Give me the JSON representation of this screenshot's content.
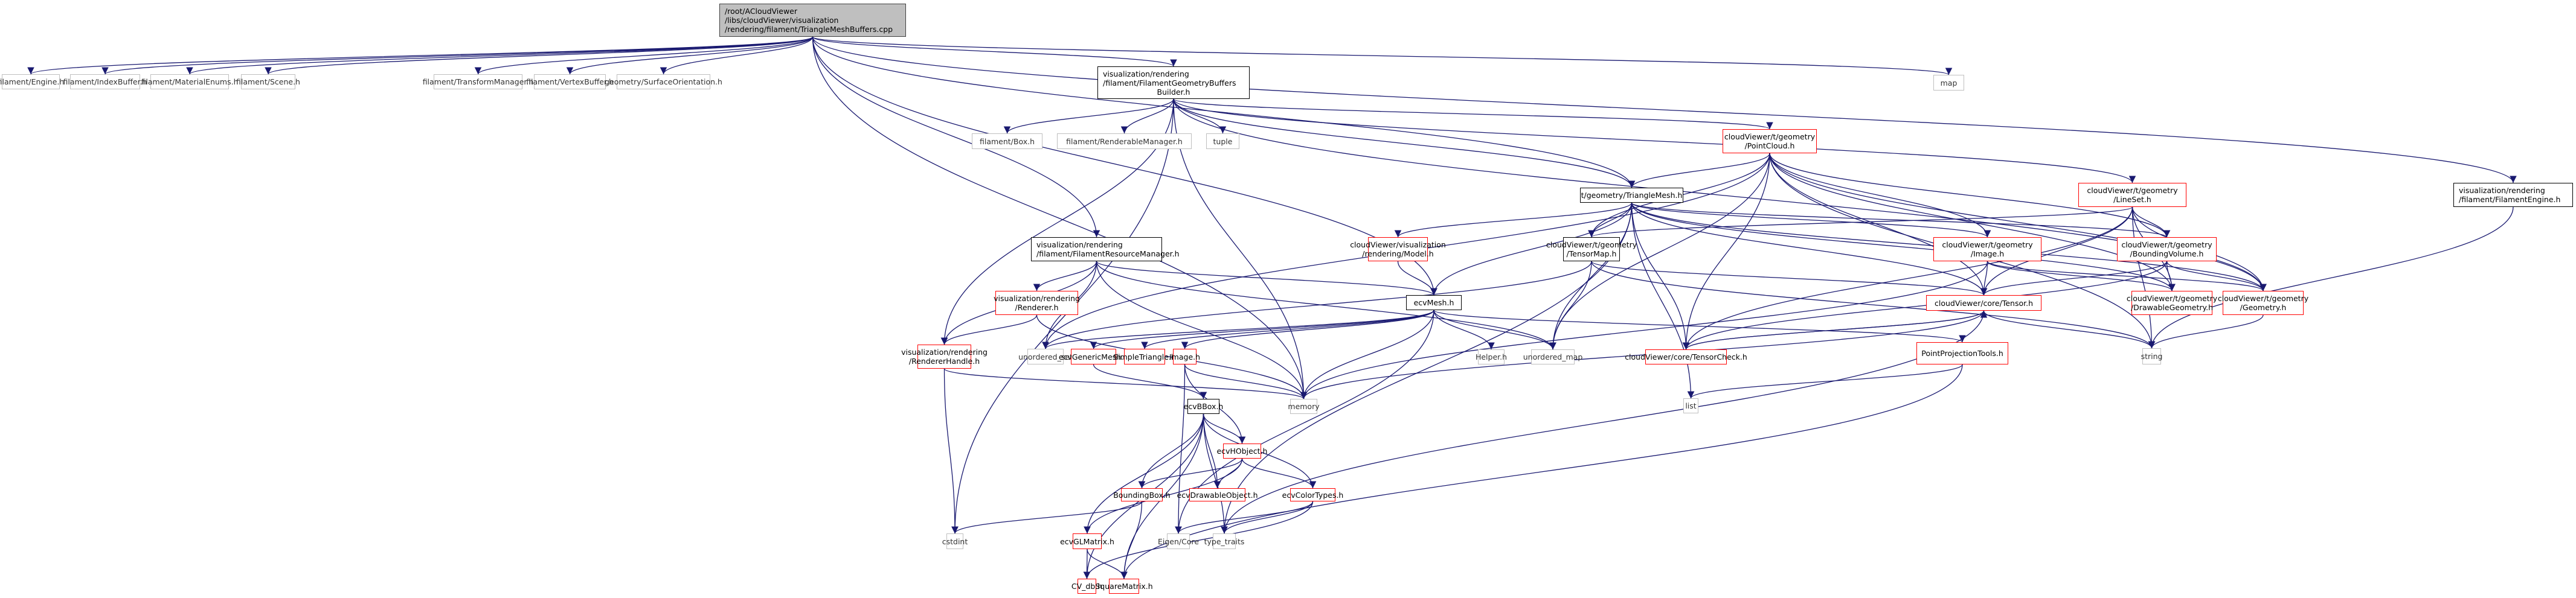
{
  "graph": {
    "title": "Include dependency graph for TriangleMeshBuffers.cpp",
    "edge_color": "#191970",
    "legend_colors": {
      "root_fill": "#bfbfbf",
      "documented_border": "#000000",
      "truncated_border": "#ff0000",
      "system_border": "#bfbfbf"
    },
    "nodes": [
      {
        "id": "root",
        "kind": "root",
        "lines": [
          "/root/ACloudViewer",
          "/libs/cloudViewer/visualization",
          "/rendering/filament/TriangleMeshBuffers.cpp"
        ]
      },
      {
        "id": "engine",
        "kind": "sys",
        "lines": [
          "filament/Engine.h"
        ]
      },
      {
        "id": "indexbuffer",
        "kind": "sys",
        "lines": [
          "filament/IndexBuffer.h"
        ]
      },
      {
        "id": "materialenums",
        "kind": "sys",
        "lines": [
          "filament/MaterialEnums.h"
        ]
      },
      {
        "id": "scene",
        "kind": "sys",
        "lines": [
          "filament/Scene.h"
        ]
      },
      {
        "id": "transformmgr",
        "kind": "sys",
        "lines": [
          "filament/TransformManager.h"
        ]
      },
      {
        "id": "vertexbuffer",
        "kind": "sys",
        "lines": [
          "filament/VertexBuffer.h"
        ]
      },
      {
        "id": "surfaceorient",
        "kind": "sys",
        "lines": [
          "geometry/SurfaceOrientation.h"
        ]
      },
      {
        "id": "map",
        "kind": "sys",
        "lines": [
          "map"
        ]
      },
      {
        "id": "fgbb",
        "kind": "doc",
        "lines": [
          "visualization/rendering",
          "/filament/FilamentGeometryBuffers",
          "Builder.h"
        ]
      },
      {
        "id": "box",
        "kind": "sys",
        "lines": [
          "filament/Box.h"
        ]
      },
      {
        "id": "renderablemgr",
        "kind": "sys",
        "lines": [
          "filament/RenderableManager.h"
        ]
      },
      {
        "id": "tuple",
        "kind": "sys",
        "lines": [
          "tuple"
        ]
      },
      {
        "id": "pointcloud",
        "kind": "red",
        "lines": [
          "cloudViewer/t/geometry",
          "/PointCloud.h"
        ]
      },
      {
        "id": "trianglemesh",
        "kind": "doc",
        "lines": [
          "t/geometry/TriangleMesh.h"
        ]
      },
      {
        "id": "lineset",
        "kind": "red",
        "lines": [
          "cloudViewer/t/geometry",
          "/LineSet.h"
        ]
      },
      {
        "id": "filamentengine",
        "kind": "doc",
        "lines": [
          "visualization/rendering",
          "/filament/FilamentEngine.h"
        ]
      },
      {
        "id": "frm",
        "kind": "doc",
        "lines": [
          "visualization/rendering",
          "/filament/FilamentResourceManager.h"
        ]
      },
      {
        "id": "model",
        "kind": "red",
        "lines": [
          "cloudViewer/visualization",
          "/rendering/Model.h"
        ]
      },
      {
        "id": "tensormap",
        "kind": "doc",
        "lines": [
          "cloudViewer/t/geometry",
          "/TensorMap.h"
        ]
      },
      {
        "id": "timage",
        "kind": "red",
        "lines": [
          "cloudViewer/t/geometry",
          "/Image.h"
        ]
      },
      {
        "id": "boundingvolume",
        "kind": "red",
        "lines": [
          "cloudViewer/t/geometry",
          "/BoundingVolume.h"
        ]
      },
      {
        "id": "drawablegeom",
        "kind": "red",
        "lines": [
          "cloudViewer/t/geometry",
          "/DrawableGeometry.h"
        ]
      },
      {
        "id": "geometry",
        "kind": "red",
        "lines": [
          "cloudViewer/t/geometry",
          "/Geometry.h"
        ]
      },
      {
        "id": "renderer",
        "kind": "red",
        "lines": [
          "visualization/rendering",
          "/Renderer.h"
        ]
      },
      {
        "id": "ecvmesh",
        "kind": "doc",
        "lines": [
          "ecvMesh.h"
        ]
      },
      {
        "id": "tensor",
        "kind": "red",
        "lines": [
          "cloudViewer/core/Tensor.h"
        ]
      },
      {
        "id": "rendererhandle",
        "kind": "red",
        "lines": [
          "visualization/rendering",
          "/RendererHandle.h"
        ]
      },
      {
        "id": "unordered_set",
        "kind": "sys",
        "lines": [
          "unordered_set"
        ]
      },
      {
        "id": "genericmesh",
        "kind": "red",
        "lines": [
          "ecvGenericMesh.h"
        ]
      },
      {
        "id": "simpletriangle",
        "kind": "red",
        "lines": [
          "SimpleTriangle.h"
        ]
      },
      {
        "id": "image",
        "kind": "red",
        "lines": [
          "Image.h"
        ]
      },
      {
        "id": "helper",
        "kind": "sys",
        "lines": [
          "Helper.h"
        ]
      },
      {
        "id": "unordered_map",
        "kind": "sys",
        "lines": [
          "unordered_map"
        ]
      },
      {
        "id": "tensorcheck",
        "kind": "red",
        "lines": [
          "cloudViewer/core/TensorCheck.h"
        ]
      },
      {
        "id": "ppt",
        "kind": "red",
        "lines": [
          "PointProjectionTools.h"
        ]
      },
      {
        "id": "string",
        "kind": "sys",
        "lines": [
          "string"
        ]
      },
      {
        "id": "memory",
        "kind": "sys",
        "lines": [
          "memory"
        ]
      },
      {
        "id": "list",
        "kind": "sys",
        "lines": [
          "list"
        ]
      },
      {
        "id": "bbox",
        "kind": "doc",
        "lines": [
          "ecvBBox.h"
        ]
      },
      {
        "id": "hobject",
        "kind": "red",
        "lines": [
          "ecvHObject.h"
        ]
      },
      {
        "id": "boundingbox",
        "kind": "red",
        "lines": [
          "BoundingBox.h"
        ]
      },
      {
        "id": "drawableobject",
        "kind": "red",
        "lines": [
          "ecvDrawableObject.h"
        ]
      },
      {
        "id": "colortypes",
        "kind": "red",
        "lines": [
          "ecvColorTypes.h"
        ]
      },
      {
        "id": "cstdint",
        "kind": "sys",
        "lines": [
          "cstdint"
        ]
      },
      {
        "id": "glmatrix",
        "kind": "red",
        "lines": [
          "ecvGLMatrix.h"
        ]
      },
      {
        "id": "eigencore",
        "kind": "sys",
        "lines": [
          "Eigen/Core"
        ]
      },
      {
        "id": "typetraits",
        "kind": "sys",
        "lines": [
          "type_traits"
        ]
      },
      {
        "id": "cvdb",
        "kind": "red",
        "lines": [
          "CV_db.h"
        ]
      },
      {
        "id": "squarematrix",
        "kind": "red",
        "lines": [
          "SquareMatrix.h"
        ]
      }
    ],
    "edges": [
      [
        "root",
        "engine"
      ],
      [
        "root",
        "indexbuffer"
      ],
      [
        "root",
        "materialenums"
      ],
      [
        "root",
        "scene"
      ],
      [
        "root",
        "transformmgr"
      ],
      [
        "root",
        "vertexbuffer"
      ],
      [
        "root",
        "surfaceorient"
      ],
      [
        "root",
        "map"
      ],
      [
        "root",
        "fgbb"
      ],
      [
        "root",
        "frm"
      ],
      [
        "root",
        "trianglemesh"
      ],
      [
        "root",
        "filamentengine"
      ],
      [
        "root",
        "ecvmesh"
      ],
      [
        "root",
        "memory"
      ],
      [
        "fgbb",
        "box"
      ],
      [
        "fgbb",
        "renderablemgr"
      ],
      [
        "fgbb",
        "tuple"
      ],
      [
        "fgbb",
        "pointcloud"
      ],
      [
        "fgbb",
        "trianglemesh"
      ],
      [
        "fgbb",
        "lineset"
      ],
      [
        "fgbb",
        "rendererhandle"
      ],
      [
        "fgbb",
        "cstdint"
      ],
      [
        "fgbb",
        "memory"
      ],
      [
        "fgbb",
        "geometry"
      ],
      [
        "pointcloud",
        "trianglemesh"
      ],
      [
        "pointcloud",
        "tensormap"
      ],
      [
        "pointcloud",
        "timage"
      ],
      [
        "pointcloud",
        "boundingvolume"
      ],
      [
        "pointcloud",
        "drawablegeom"
      ],
      [
        "pointcloud",
        "geometry"
      ],
      [
        "pointcloud",
        "tensor"
      ],
      [
        "pointcloud",
        "tensorcheck"
      ],
      [
        "pointcloud",
        "string"
      ],
      [
        "pointcloud",
        "unordered_set"
      ],
      [
        "pointcloud",
        "unordered_map"
      ],
      [
        "trianglemesh",
        "model"
      ],
      [
        "trianglemesh",
        "ecvmesh"
      ],
      [
        "trianglemesh",
        "tensormap"
      ],
      [
        "trianglemesh",
        "timage"
      ],
      [
        "trianglemesh",
        "boundingvolume"
      ],
      [
        "trianglemesh",
        "drawablegeom"
      ],
      [
        "trianglemesh",
        "geometry"
      ],
      [
        "trianglemesh",
        "tensor"
      ],
      [
        "trianglemesh",
        "tensorcheck"
      ],
      [
        "trianglemesh",
        "list"
      ],
      [
        "trianglemesh",
        "typetraits"
      ],
      [
        "trianglemesh",
        "unordered_map"
      ],
      [
        "lineset",
        "tensormap"
      ],
      [
        "lineset",
        "boundingvolume"
      ],
      [
        "lineset",
        "drawablegeom"
      ],
      [
        "lineset",
        "geometry"
      ],
      [
        "lineset",
        "tensor"
      ],
      [
        "lineset",
        "tensorcheck"
      ],
      [
        "lineset",
        "string"
      ],
      [
        "filamentengine",
        "string"
      ],
      [
        "frm",
        "renderer"
      ],
      [
        "frm",
        "rendererhandle"
      ],
      [
        "frm",
        "unordered_set"
      ],
      [
        "frm",
        "ecvmesh"
      ],
      [
        "frm",
        "memory"
      ],
      [
        "frm",
        "unordered_map"
      ],
      [
        "model",
        "ecvmesh"
      ],
      [
        "tensormap",
        "tensor"
      ],
      [
        "tensormap",
        "unordered_set"
      ],
      [
        "tensormap",
        "unordered_map"
      ],
      [
        "tensormap",
        "string"
      ],
      [
        "timage",
        "tensor"
      ],
      [
        "timage",
        "geometry"
      ],
      [
        "timage",
        "drawablegeom"
      ],
      [
        "timage",
        "memory"
      ],
      [
        "boundingvolume",
        "tensor"
      ],
      [
        "boundingvolume",
        "drawablegeom"
      ],
      [
        "boundingvolume",
        "geometry"
      ],
      [
        "boundingvolume",
        "tensorcheck"
      ],
      [
        "geometry",
        "string"
      ],
      [
        "renderer",
        "rendererhandle"
      ],
      [
        "renderer",
        "memory"
      ],
      [
        "rendererhandle",
        "cstdint"
      ],
      [
        "rendererhandle",
        "memory"
      ],
      [
        "ecvmesh",
        "unordered_set"
      ],
      [
        "ecvmesh",
        "genericmesh"
      ],
      [
        "ecvmesh",
        "simpletriangle"
      ],
      [
        "ecvmesh",
        "image"
      ],
      [
        "ecvmesh",
        "helper"
      ],
      [
        "ecvmesh",
        "unordered_map"
      ],
      [
        "ecvmesh",
        "ppt"
      ],
      [
        "ecvmesh",
        "eigencore"
      ],
      [
        "ecvmesh",
        "memory"
      ],
      [
        "tensor",
        "tensorcheck"
      ],
      [
        "tensor",
        "string"
      ],
      [
        "tensor",
        "memory"
      ],
      [
        "tensor",
        "typetraits"
      ],
      [
        "tensorcheck",
        "tensor"
      ],
      [
        "ppt",
        "list"
      ],
      [
        "ppt",
        "squarematrix"
      ],
      [
        "genericmesh",
        "bbox"
      ],
      [
        "image",
        "memory"
      ],
      [
        "image",
        "hobject"
      ],
      [
        "image",
        "eigencore"
      ],
      [
        "bbox",
        "hobject"
      ],
      [
        "bbox",
        "boundingbox"
      ],
      [
        "bbox",
        "drawableobject"
      ],
      [
        "bbox",
        "colortypes"
      ],
      [
        "bbox",
        "glmatrix"
      ],
      [
        "bbox",
        "cvdb"
      ],
      [
        "bbox",
        "squarematrix"
      ],
      [
        "bbox",
        "typetraits"
      ],
      [
        "hobject",
        "boundingbox"
      ],
      [
        "hobject",
        "drawableobject"
      ],
      [
        "hobject",
        "colortypes"
      ],
      [
        "hobject",
        "glmatrix"
      ],
      [
        "boundingbox",
        "cstdint"
      ],
      [
        "boundingbox",
        "squarematrix"
      ],
      [
        "colortypes",
        "eigencore"
      ],
      [
        "colortypes",
        "typetraits"
      ],
      [
        "colortypes",
        "cvdb"
      ],
      [
        "glmatrix",
        "cvdb"
      ],
      [
        "glmatrix",
        "squarematrix"
      ]
    ]
  }
}
